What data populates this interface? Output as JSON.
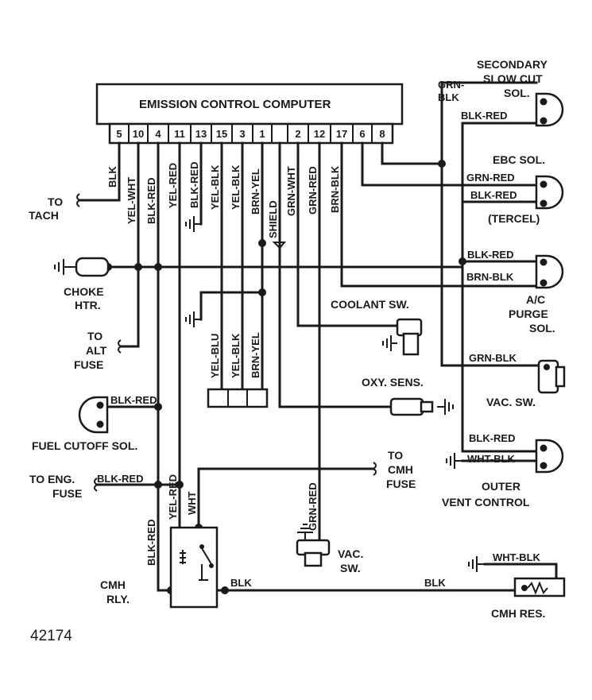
{
  "ecu": {
    "title": "EMISSION CONTROL COMPUTER",
    "pins": [
      "5",
      "10",
      "4",
      "11",
      "13",
      "15",
      "3",
      "1",
      "",
      "2",
      "12",
      "17",
      "6",
      "8"
    ]
  },
  "wires": {
    "blk_5": "BLK",
    "yel_wht_10": "YEL-WHT",
    "blk_red_4": "BLK-RED",
    "yel_red_11": "YEL-RED",
    "blk_red_13": "BLK-RED",
    "yel_blk_15": "YEL-BLK",
    "yel_blk_3": "YEL-BLK",
    "brn_yel_1": "BRN-YEL",
    "shield": "SHIELD",
    "grn_wht_2": "GRN-WHT",
    "grn_red_12": "GRN-RED",
    "brn_blk_17": "BRN-BLK",
    "grn_blk_top": "GRN-",
    "grn_blk_top2": "BLK",
    "blk_red_sec": "BLK-RED",
    "grn_red_ebc": "GRN-RED",
    "blk_red_ebc": "BLK-RED",
    "blk_red_ac": "BLK-RED",
    "brn_blk_ac": "BRN-BLK",
    "grn_blk_vac": "GRN-BLK",
    "blk_red_vent": "BLK-RED",
    "wht_blk_vent": "WHT-BLK",
    "yel_blu": "YEL-BLU",
    "yel_blk_conn": "YEL-BLK",
    "brn_yel_conn": "BRN-YEL",
    "blk_red_fuel": "BLK-RED",
    "blk_red_eng": "BLK-RED",
    "yel_red_rly": "YEL-RED",
    "wht_rly": "WHT",
    "blk_red_rly": "BLK-RED",
    "grn_red_vac": "GRN-RED",
    "blk_rly_out": "BLK",
    "blk_res": "BLK",
    "wht_blk_res": "WHT-BLK"
  },
  "components": {
    "secondary_1": "SECONDARY",
    "secondary_2": "SLOW CUT",
    "secondary_3": "SOL.",
    "ebc": "EBC SOL.",
    "tercel": "(TERCEL)",
    "ac_1": "A/C",
    "ac_2": "PURGE",
    "ac_3": "SOL.",
    "vac_sw_right": "VAC. SW.",
    "outer_1": "OUTER",
    "outer_2": "VENT CONTROL",
    "to_tach_1": "TO",
    "to_tach_2": "TACH",
    "choke_1": "CHOKE",
    "choke_2": "HTR.",
    "alt_1": "TO",
    "alt_2": "ALT",
    "alt_3": "FUSE",
    "coolant": "COOLANT SW.",
    "oxy": "OXY. SENS.",
    "fuel_cutoff": "FUEL CUTOFF SOL.",
    "eng_1": "TO ENG.",
    "eng_2": "FUSE",
    "cmh_fuse_1": "TO",
    "cmh_fuse_2": "CMH",
    "cmh_fuse_3": "FUSE",
    "vac_sw_bot_1": "VAC.",
    "vac_sw_bot_2": "SW.",
    "cmh_rly_1": "CMH",
    "cmh_rly_2": "RLY.",
    "cmh_res": "CMH RES."
  },
  "figure_number": "42174"
}
